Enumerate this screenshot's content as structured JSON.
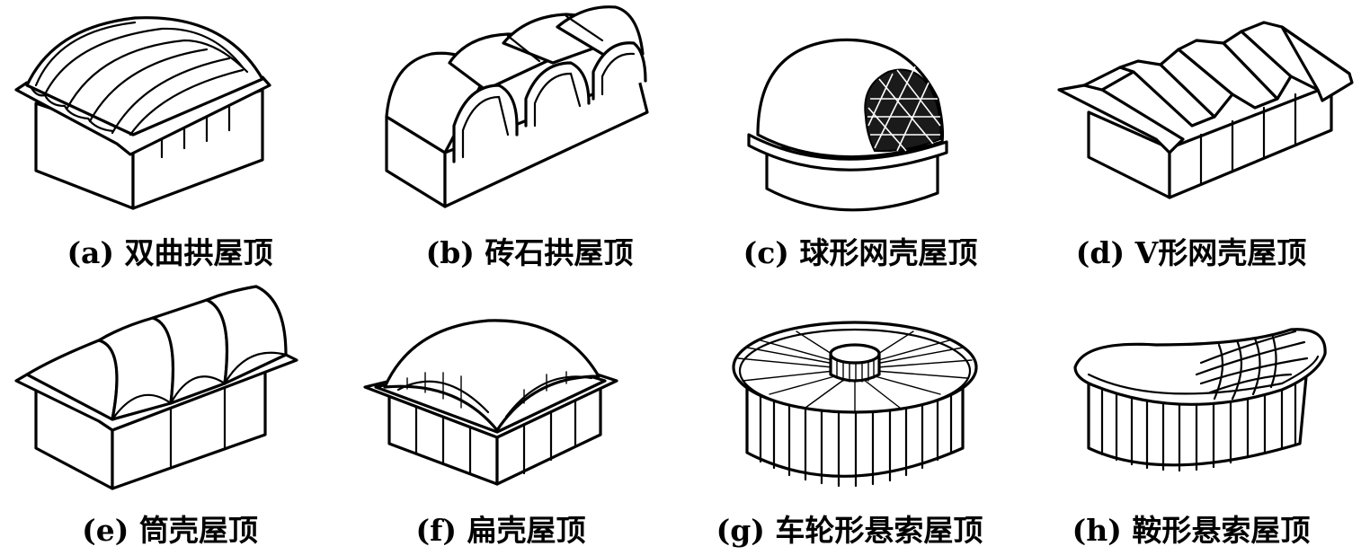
{
  "figures": [
    {
      "id": "a",
      "caption": "(a) 双曲拱屋顶"
    },
    {
      "id": "b",
      "caption": "(b) 砖石拱屋顶"
    },
    {
      "id": "c",
      "caption": "(c) 球形网壳屋顶"
    },
    {
      "id": "d",
      "caption": "(d) V形网壳屋顶"
    },
    {
      "id": "e",
      "caption": "(e) 筒壳屋顶"
    },
    {
      "id": "f",
      "caption": "(f) 扁壳屋顶"
    },
    {
      "id": "g",
      "caption": "(g) 车轮形悬索屋顶"
    },
    {
      "id": "h",
      "caption": "(h) 鞍形悬索屋顶"
    }
  ]
}
